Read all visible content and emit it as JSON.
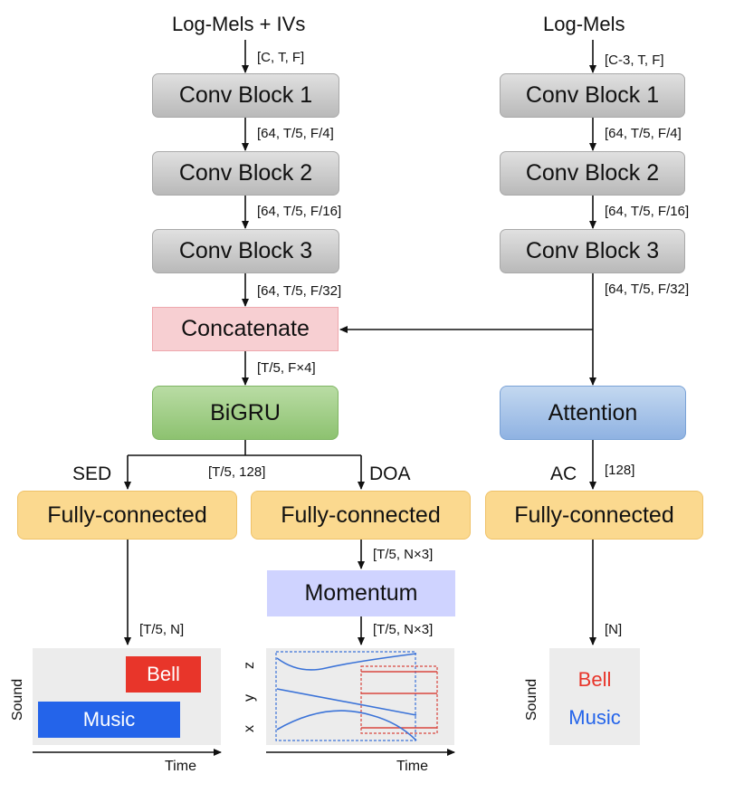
{
  "inputs": {
    "left": "Log-Mels + IVs",
    "right": "Log-Mels"
  },
  "dims": {
    "in_left": "[C, T, F]",
    "in_right": "[C-3, T, F]",
    "c1_left": "[64, T/5, F/4]",
    "c2_left": "[64, T/5, F/16]",
    "c3_left": "[64, T/5, F/32]",
    "c1_right": "[64, T/5, F/4]",
    "c2_right": "[64, T/5, F/16]",
    "c3_right": "[64, T/5, F/32]",
    "concat": "[T/5, F×4]",
    "gru": "[T/5, 128]",
    "att": "[128]",
    "fc_doa": "[T/5, N×3]",
    "mom": "[T/5, N×3]",
    "sed_out": "[T/5, N]",
    "ac_out": "[N]"
  },
  "blocks": {
    "conv1": "Conv Block 1",
    "conv2": "Conv Block 2",
    "conv3": "Conv Block 3",
    "concat": "Concatenate",
    "gru": "BiGRU",
    "attention": "Attention",
    "fc": "Fully-connected",
    "momentum": "Momentum"
  },
  "branches": {
    "sed": "SED",
    "doa": "DOA",
    "ac": "AC"
  },
  "outputs": {
    "sound_label": "Sound",
    "time_label": "Time",
    "bell": "Bell",
    "music": "Music",
    "axes": [
      "z",
      "y",
      "x"
    ]
  },
  "colors": {
    "bell": "#e8352a",
    "music": "#2464ea",
    "doa_curve": "#3b73d8",
    "doa_box": "#d9473f"
  }
}
